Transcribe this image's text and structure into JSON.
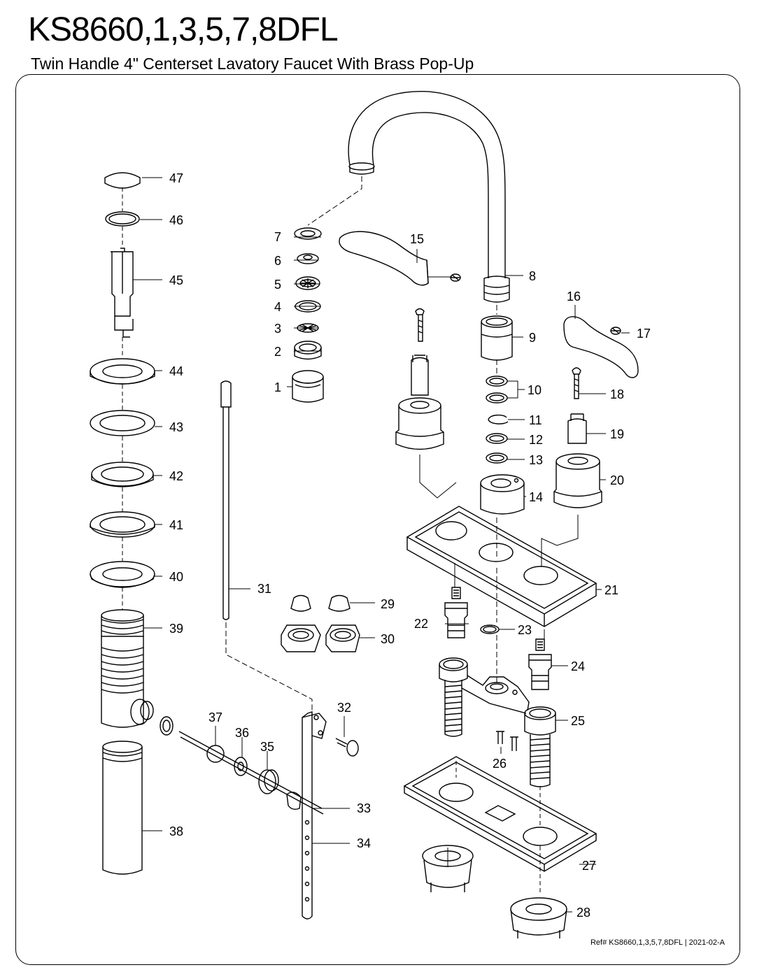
{
  "header": {
    "model": "KS8660,1,3,5,7,8DFL",
    "description": "Twin Handle 4\" Centerset Lavatory Faucet With Brass Pop-Up"
  },
  "footer": {
    "ref": "Ref# KS8660,1,3,5,7,8DFL | 2021-02-A"
  },
  "parts": {
    "p1": "1",
    "p2": "2",
    "p3": "3",
    "p4": "4",
    "p5": "5",
    "p6": "6",
    "p7": "7",
    "p8": "8",
    "p9": "9",
    "p10": "10",
    "p11": "11",
    "p12": "12",
    "p13": "13",
    "p14": "14",
    "p15": "15",
    "p16": "16",
    "p17": "17",
    "p18": "18",
    "p19": "19",
    "p20": "20",
    "p21": "21",
    "p22": "22",
    "p23": "23",
    "p24": "24",
    "p25": "25",
    "p26": "26",
    "p27": "27",
    "p28": "28",
    "p29": "29",
    "p30": "30",
    "p31": "31",
    "p32": "32",
    "p33": "33",
    "p34": "34",
    "p35": "35",
    "p36": "36",
    "p37": "37",
    "p38": "38",
    "p39": "39",
    "p40": "40",
    "p41": "41",
    "p42": "42",
    "p43": "43",
    "p44": "44",
    "p45": "45",
    "p46": "46",
    "p47": "47"
  }
}
